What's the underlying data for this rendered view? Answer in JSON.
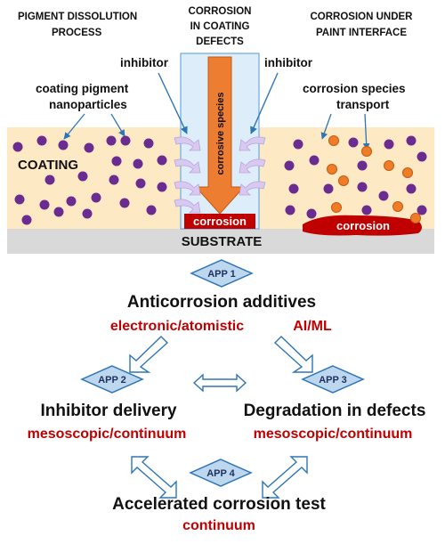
{
  "header": {
    "left": [
      "PIGMENT DISSOLUTION",
      "PROCESS"
    ],
    "center": [
      "CORROSION",
      "IN COATING",
      "DEFECTS"
    ],
    "right": [
      "CORROSION UNDER",
      "PAINT INTERFACE"
    ]
  },
  "labels": {
    "inhibitor_left": "inhibitor",
    "inhibitor_right": "inhibitor",
    "pigment": [
      "coating pigment",
      "nanoparticles"
    ],
    "species_transport": [
      "corrosion species",
      "transport"
    ],
    "coating": "COATING",
    "substrate": "SUBSTRATE",
    "corrosive_species": "corrosive species",
    "corrosion_defect": "corrosion",
    "corrosion_interface": "corrosion"
  },
  "apps": {
    "app1": {
      "tag": "APP 1",
      "title": "Anticorrosion additives",
      "sub_left": "electronic/atomistic",
      "sub_right": "AI/ML"
    },
    "app2": {
      "tag": "APP 2",
      "title": "Inhibitor delivery",
      "sub": "mesoscopic/continuum"
    },
    "app3": {
      "tag": "APP 3",
      "title": "Degradation in defects",
      "sub": "mesoscopic/continuum"
    },
    "app4": {
      "tag": "APP 4",
      "title": "Accelerated corrosion test",
      "sub": "continuum"
    }
  },
  "colors": {
    "coating": "#fde9c4",
    "substrate": "#d9d9d9",
    "purple": "#6a2c91",
    "orange": "#ef7d28",
    "red": "#c00000",
    "blue_arrow": "#2e75b6",
    "app_fill": "#bdd7ee",
    "app_stroke": "#2e75b6"
  }
}
